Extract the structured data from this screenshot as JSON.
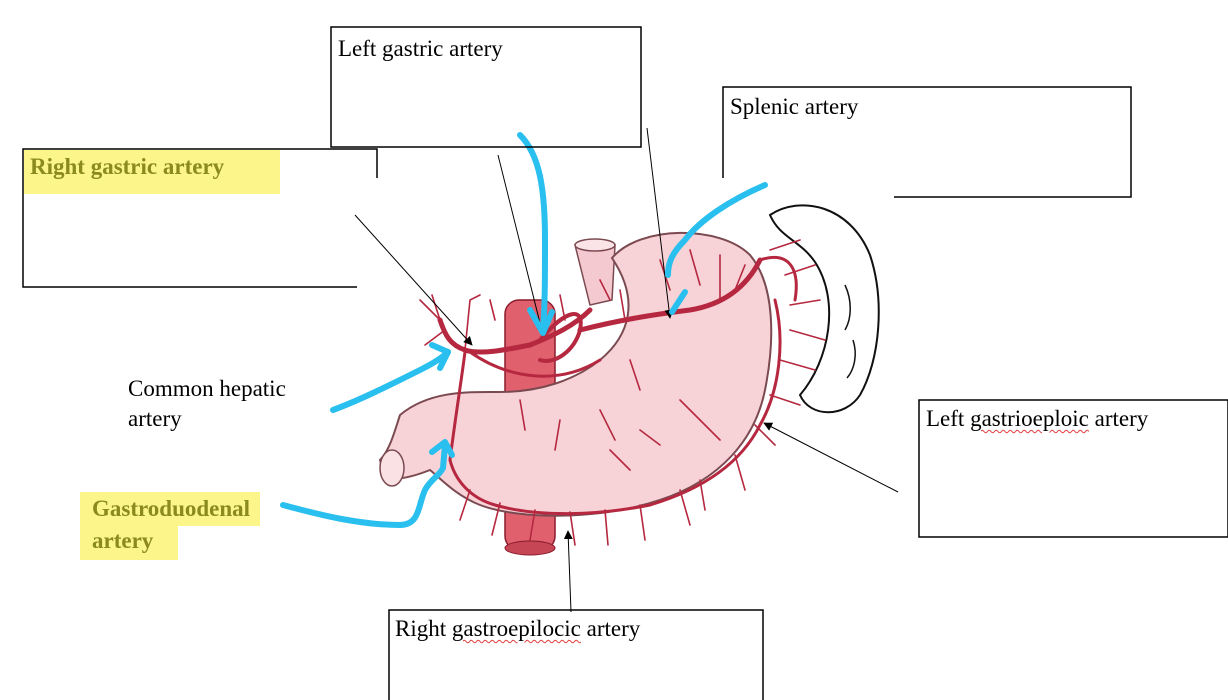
{
  "labels": {
    "left_gastric": "Left gastric artery",
    "splenic": "Splenic artery",
    "right_gastric": "Right gastric artery",
    "common_hepatic_line1": "Common hepatic",
    "common_hepatic_line2": "artery",
    "gastroduodenal_line1": "Gastroduodenal",
    "gastroduodenal_line2": "artery",
    "left_gastroepiploic_prefix": "Left ",
    "left_gastroepiploic_misspelled": "gastrioeploic",
    "left_gastroepiploic_suffix": " artery",
    "right_gastroepiploic_prefix": "Right ",
    "right_gastroepiploic_misspelled": "gastroepilocic",
    "right_gastroepiploic_suffix": " artery"
  },
  "colors": {
    "highlight": "#fbf58a",
    "highlight_text": "#8a8a1e",
    "pen_arrows": "#29bfee",
    "stomach_fill": "#f7d3d8",
    "artery": "#b5283f",
    "spellcheck": "#e23b3b"
  }
}
